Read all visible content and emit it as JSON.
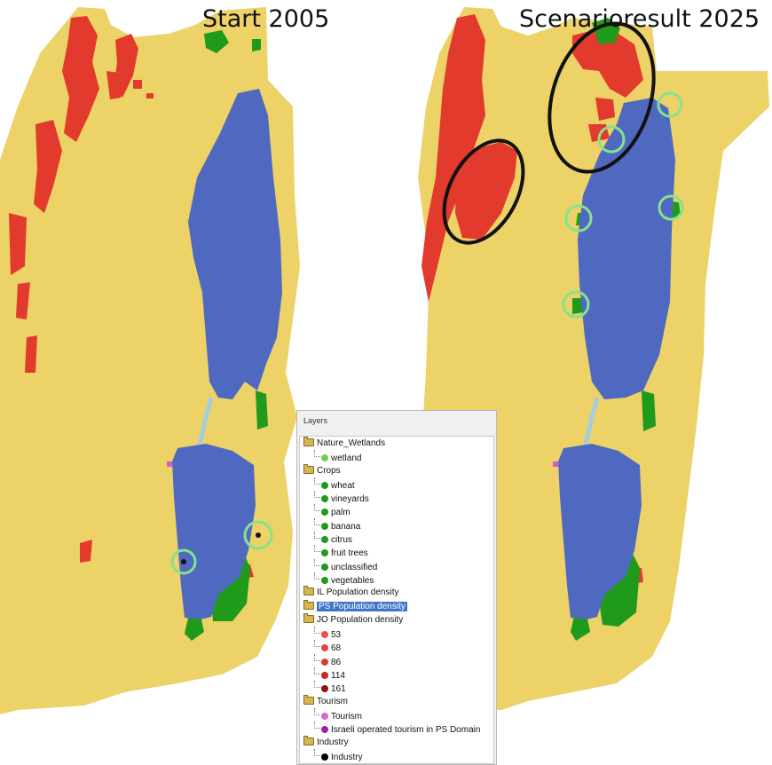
{
  "maps": {
    "left_title": "Start 2005",
    "right_title": "Scenarioresult 2025"
  },
  "colors": {
    "land": "#ecd267",
    "water": "#5069c0",
    "urban": "#e23a2c",
    "crops": "#1f9a1b",
    "highlight_green": "#86e38c",
    "highlight_black": "#111111",
    "river": "#a4cde0",
    "tourism": "#d55cc9"
  },
  "layers": {
    "header": "Layers",
    "groups": [
      {
        "label": "Nature_Wetlands",
        "items": [
          {
            "label": "wetland",
            "color": "#6fd04c"
          }
        ]
      },
      {
        "label": "Crops",
        "items": [
          {
            "label": "wheat",
            "color": "#1e9a1c"
          },
          {
            "label": "vineyards",
            "color": "#1e9a1c"
          },
          {
            "label": "palm",
            "color": "#1e9a1c"
          },
          {
            "label": "banana",
            "color": "#1e9a1c"
          },
          {
            "label": "citrus",
            "color": "#1e9a1c"
          },
          {
            "label": "fruit trees",
            "color": "#1e9a1c"
          },
          {
            "label": "unclassified",
            "color": "#1e9a1c"
          },
          {
            "label": "vegetables",
            "color": "#1e9a1c"
          }
        ]
      },
      {
        "label": "IL Population density",
        "items": []
      },
      {
        "label": "PS Population density",
        "items": [],
        "selected": true
      },
      {
        "label": "JO Population density",
        "items": [
          {
            "label": "53",
            "color": "#f0504a"
          },
          {
            "label": "68",
            "color": "#e8423c"
          },
          {
            "label": "86",
            "color": "#df3a32"
          },
          {
            "label": "114",
            "color": "#c52a22"
          },
          {
            "label": "161",
            "color": "#8b1410"
          }
        ]
      },
      {
        "label": "Tourism",
        "items": [
          {
            "label": "Tourism",
            "color": "#d06cd0"
          },
          {
            "label": "Israeli operated tourism in PS Domain",
            "color": "#a020a8"
          }
        ]
      },
      {
        "label": "Industry",
        "items": [
          {
            "label": "Industry",
            "color": "#000000"
          }
        ]
      }
    ]
  }
}
